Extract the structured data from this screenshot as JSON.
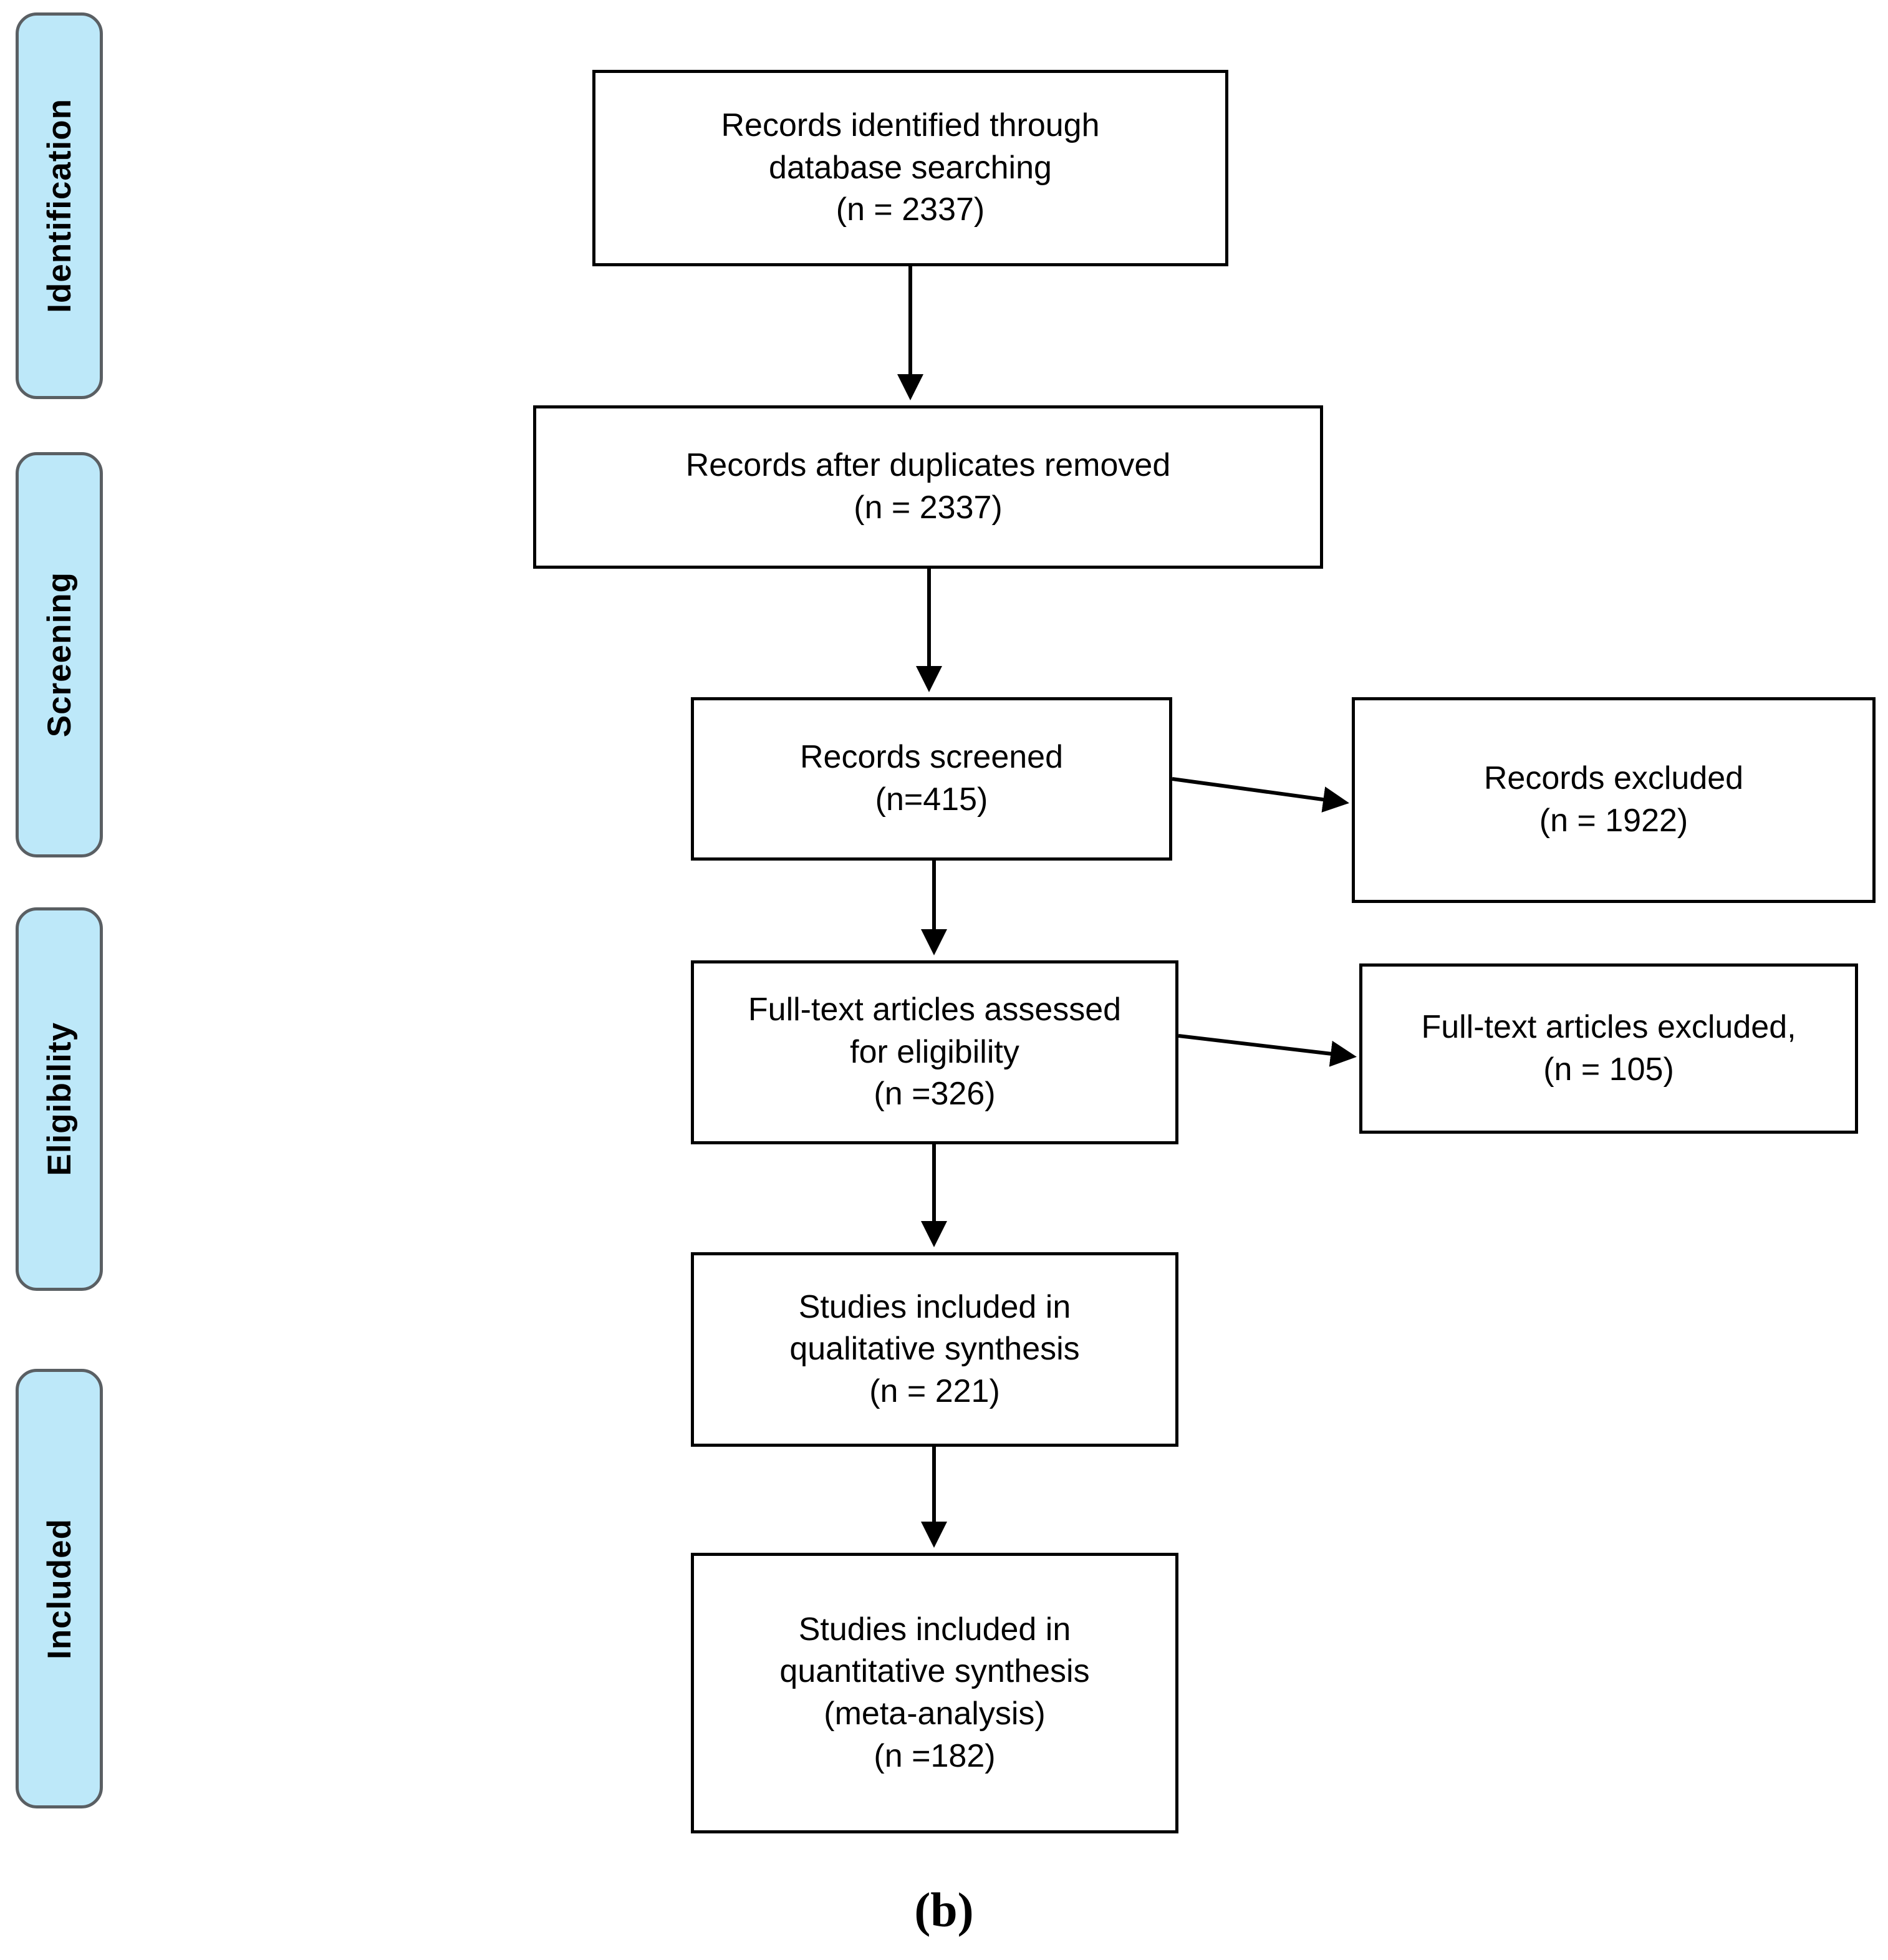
{
  "figure": {
    "caption": "(b)",
    "type": "PRISMA flow diagram",
    "accent_color": "#bde8f9",
    "stage_border_color": "#5a5f63",
    "box_border_color": "#000000"
  },
  "stages": [
    {
      "id": "identification",
      "label": "Identification"
    },
    {
      "id": "screening",
      "label": "Screening"
    },
    {
      "id": "eligibility",
      "label": "Eligibility"
    },
    {
      "id": "included",
      "label": "Included"
    }
  ],
  "boxes": {
    "records_identified": {
      "line1": "Records identified through",
      "line2": "database searching",
      "line3": "(n = 2337)"
    },
    "records_after_duplicates": {
      "line1": "Records after duplicates removed",
      "line2": "(n = 2337)"
    },
    "records_screened": {
      "line1": "Records screened",
      "line2": "(n=415)"
    },
    "records_excluded": {
      "line1": "Records excluded",
      "line2": "(n = 1922)"
    },
    "fulltext_assessed": {
      "line1": "Full-text articles assessed",
      "line2": "for eligibility",
      "line3": "(n =326)"
    },
    "fulltext_excluded": {
      "line1": "Full-text articles excluded,",
      "line2": "(n = 105)"
    },
    "qualitative_synthesis": {
      "line1": "Studies included in",
      "line2": "qualitative synthesis",
      "line3": "(n = 221)"
    },
    "quantitative_synthesis": {
      "line1": "Studies included in",
      "line2": "quantitative synthesis",
      "line3": "(meta-analysis)",
      "line4": "(n =182)"
    }
  },
  "chart_data": {
    "type": "diagram",
    "title": "PRISMA flow diagram (b)",
    "nodes": [
      {
        "id": "records_identified",
        "stage": "Identification",
        "label": "Records identified through database searching",
        "n": 2337
      },
      {
        "id": "records_after_duplicates",
        "stage": "Identification",
        "label": "Records after duplicates removed",
        "n": 2337
      },
      {
        "id": "records_screened",
        "stage": "Screening",
        "label": "Records screened",
        "n": 415
      },
      {
        "id": "records_excluded",
        "stage": "Screening",
        "label": "Records excluded",
        "n": 1922
      },
      {
        "id": "fulltext_assessed",
        "stage": "Eligibility",
        "label": "Full-text articles assessed for eligibility",
        "n": 326
      },
      {
        "id": "fulltext_excluded",
        "stage": "Eligibility",
        "label": "Full-text articles excluded,",
        "n": 105
      },
      {
        "id": "qualitative_synthesis",
        "stage": "Included",
        "label": "Studies included in qualitative synthesis",
        "n": 221
      },
      {
        "id": "quantitative_synthesis",
        "stage": "Included",
        "label": "Studies included in quantitative synthesis (meta-analysis)",
        "n": 182
      }
    ],
    "edges": [
      {
        "from": "records_identified",
        "to": "records_after_duplicates",
        "direction": "down"
      },
      {
        "from": "records_after_duplicates",
        "to": "records_screened",
        "direction": "down"
      },
      {
        "from": "records_screened",
        "to": "records_excluded",
        "direction": "right"
      },
      {
        "from": "records_screened",
        "to": "fulltext_assessed",
        "direction": "down"
      },
      {
        "from": "fulltext_assessed",
        "to": "fulltext_excluded",
        "direction": "right"
      },
      {
        "from": "fulltext_assessed",
        "to": "qualitative_synthesis",
        "direction": "down"
      },
      {
        "from": "qualitative_synthesis",
        "to": "quantitative_synthesis",
        "direction": "down"
      }
    ]
  }
}
